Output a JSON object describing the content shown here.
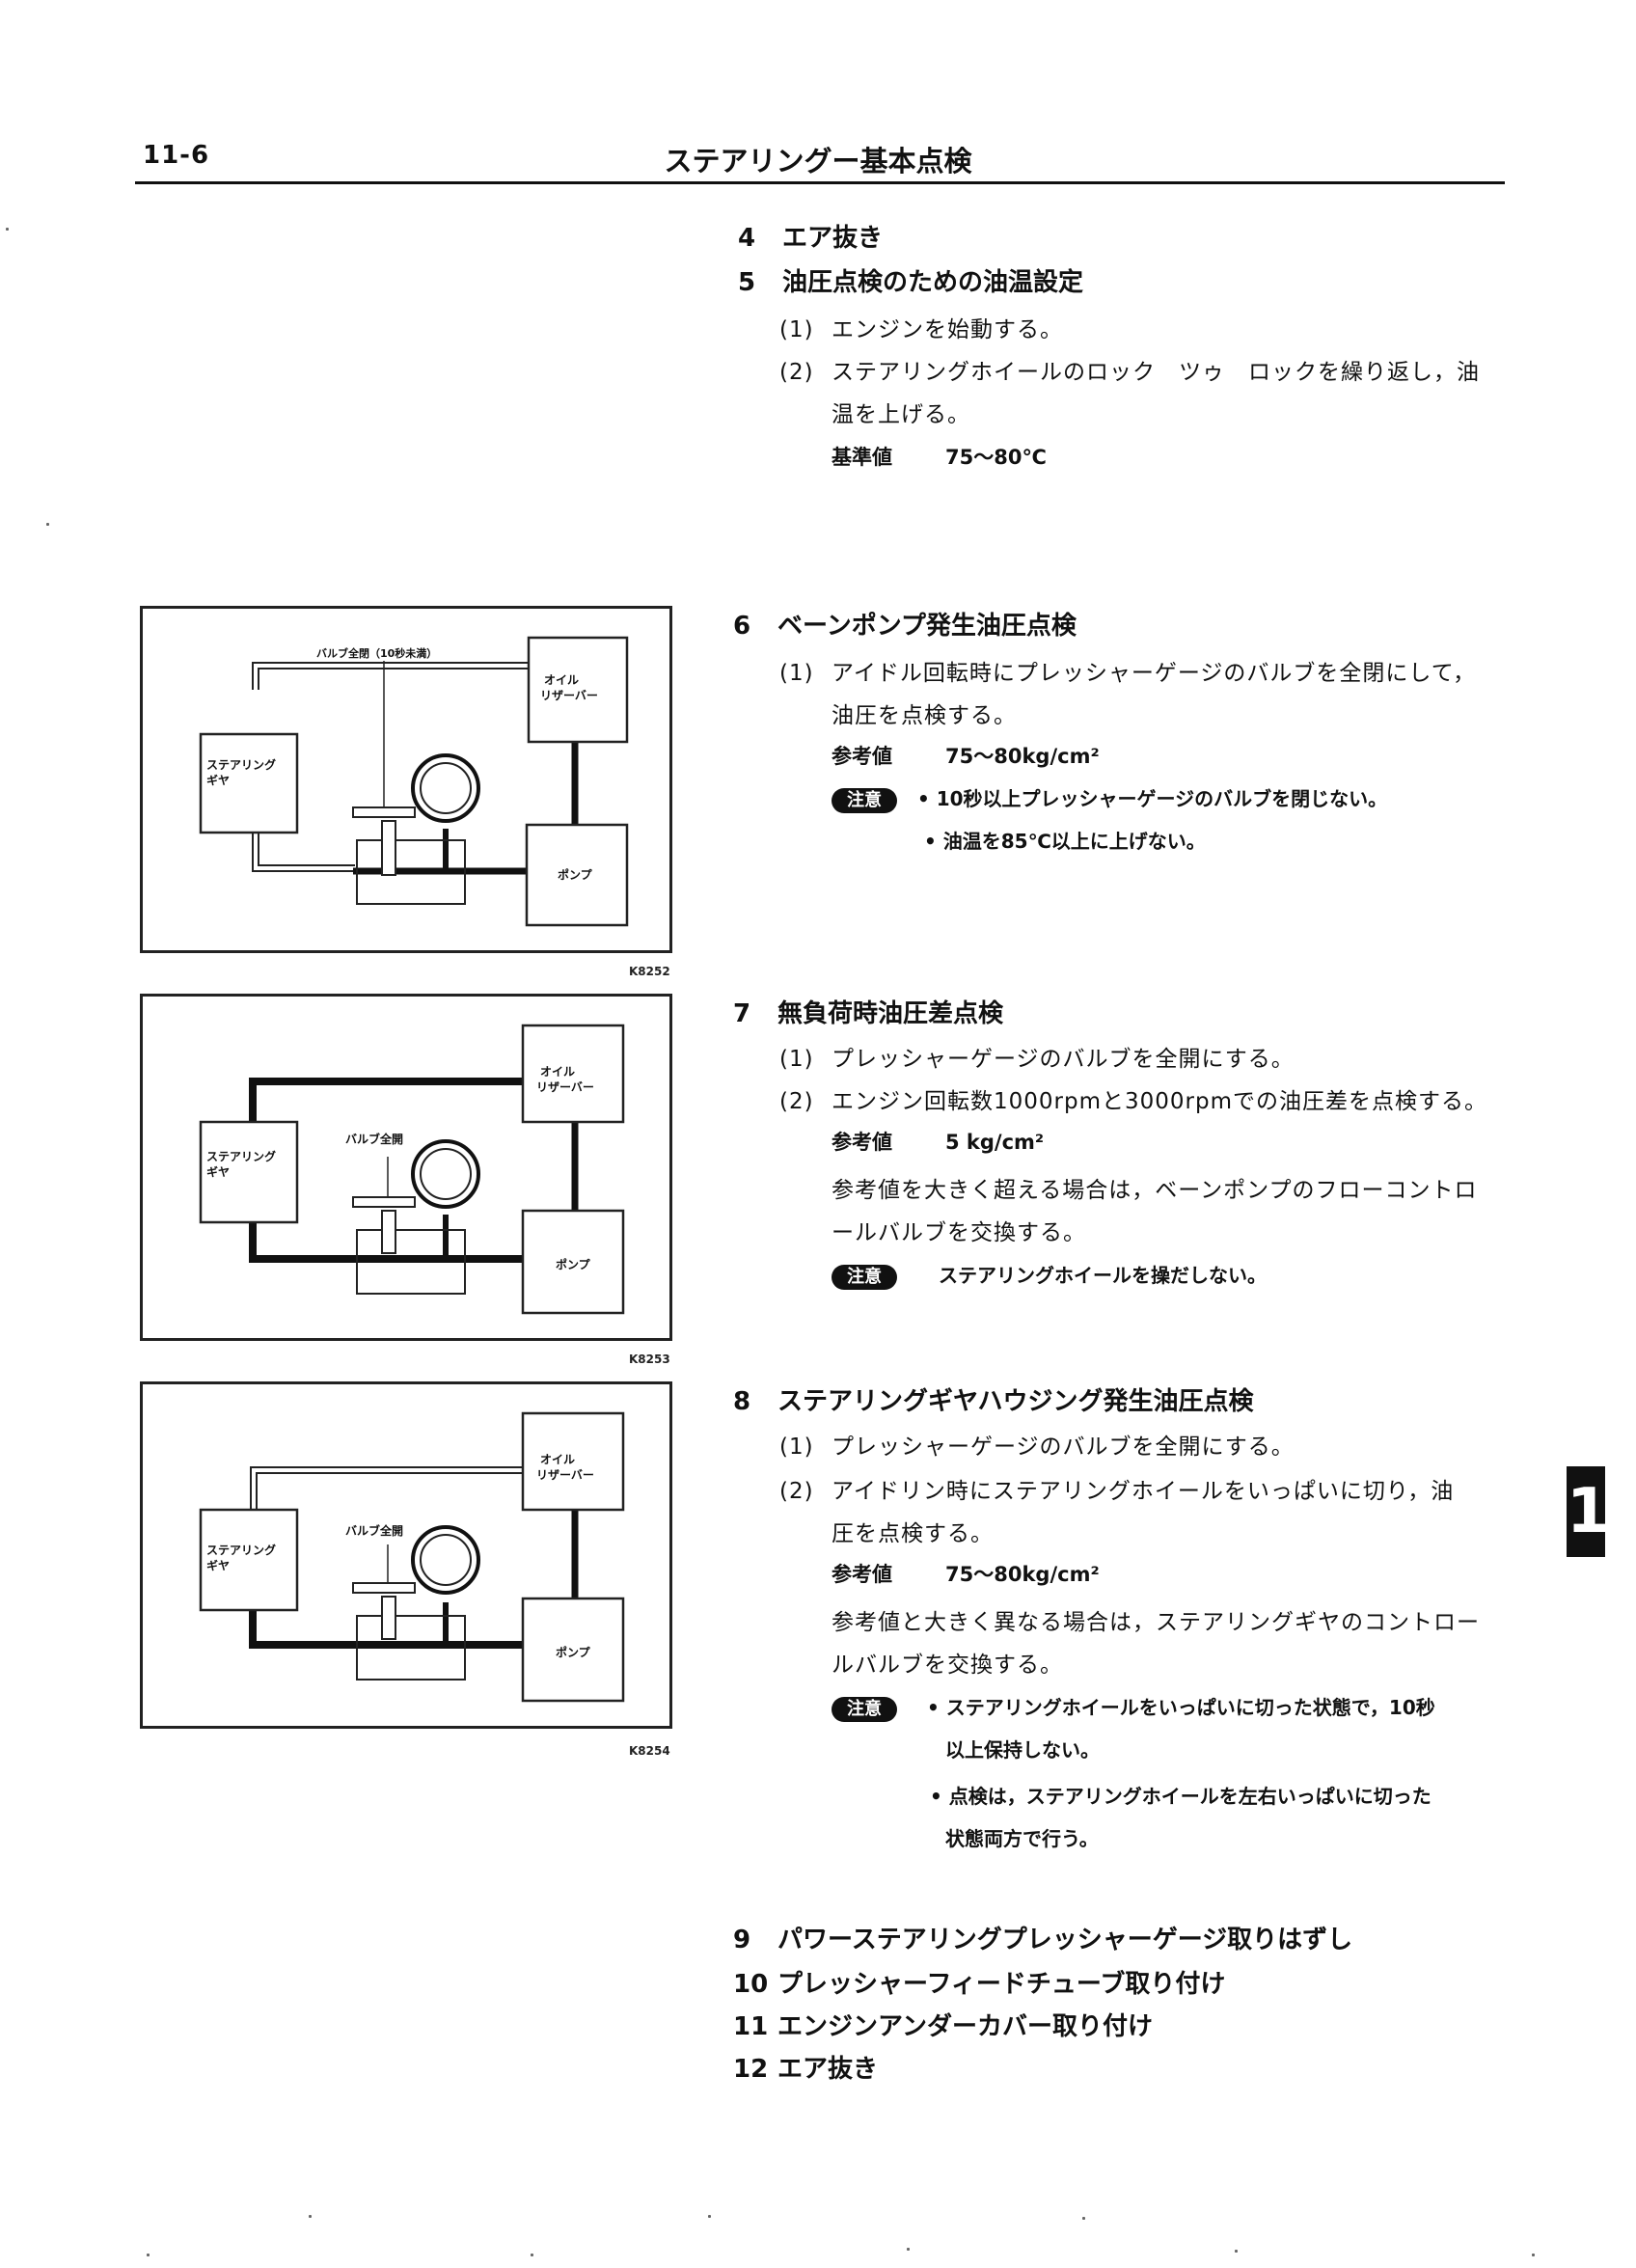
{
  "header": {
    "page_number": "11-6",
    "title": "ステアリングー基本点検"
  },
  "steps": {
    "s4": {
      "num": "4",
      "title": "エア抜き"
    },
    "s5": {
      "num": "5",
      "title": "油圧点検のための油温設定",
      "sub1": {
        "num": "(1)",
        "text": "エンジンを始動する。"
      },
      "sub2": {
        "num": "(2)",
        "text": "ステアリングホイールのロック　ツゥ　ロックを繰り返し，油",
        "text2": "温を上げる。"
      },
      "ref": {
        "label": "基準値",
        "value": "75〜80℃"
      }
    },
    "s6": {
      "num": "6",
      "title": "ベーンポンプ発生油圧点検",
      "sub1": {
        "num": "(1)",
        "text": "アイドル回転時にプレッシャーゲージのバルブを全閉にして，",
        "text2": "油圧を点検する。"
      },
      "ref": {
        "label": "参考値",
        "value": "75〜80kg/cm²"
      },
      "note_badge": "注意",
      "note1": "• 10秒以上プレッシャーゲージのバルブを閉じない。",
      "note2": "• 油温を85℃以上に上げない。"
    },
    "s7": {
      "num": "7",
      "title": "無負荷時油圧差点検",
      "sub1": {
        "num": "(1)",
        "text": "プレッシャーゲージのバルブを全開にする。"
      },
      "sub2": {
        "num": "(2)",
        "text": "エンジン回転数1000rpmと3000rpmでの油圧差を点検する。"
      },
      "ref": {
        "label": "参考値",
        "value": "5 kg/cm²"
      },
      "para1": "参考値を大きく超える場合は，ベーンポンプのフローコントロ",
      "para2": "ールバルブを交換する。",
      "note_badge": "注意",
      "note1": "ステアリングホイールを操だしない。"
    },
    "s8": {
      "num": "8",
      "title": "ステアリングギヤハウジング発生油圧点検",
      "sub1": {
        "num": "(1)",
        "text": "プレッシャーゲージのバルブを全開にする。"
      },
      "sub2": {
        "num": "(2)",
        "text": "アイドリン時にステアリングホイールをいっぱいに切り，油",
        "text2": "圧を点検する。"
      },
      "ref": {
        "label": "参考値",
        "value": "75〜80kg/cm²"
      },
      "para1": "参考値と大きく異なる場合は，ステアリングギヤのコントロー",
      "para2": "ルバルブを交換する。",
      "note_badge": "注意",
      "note1a": "• ステアリングホイールをいっぱいに切った状態で，10秒",
      "note1b": "以上保持しない。",
      "note2a": "• 点検は，ステアリングホイールを左右いっぱいに切った",
      "note2b": "状態両方で行う。"
    },
    "s9": {
      "num": "9",
      "title": "パワーステアリングプレッシャーゲージ取りはずし"
    },
    "s10": {
      "num": "10",
      "title": "プレッシャーフィードチューブ取り付け"
    },
    "s11": {
      "num": "11",
      "title": "エンジンアンダーカバー取り付け"
    },
    "s12": {
      "num": "12",
      "title": "エア抜き"
    }
  },
  "figures": {
    "f1": {
      "valve_label": "バルブ全閉（10秒未満）",
      "reservoir": "オイル",
      "reservoir2": "リザーバー",
      "gear": "ステアリング",
      "gear2": "ギヤ",
      "pump": "ポンプ",
      "code": "K8252"
    },
    "f2": {
      "valve_label": "バルブ全開",
      "reservoir": "オイル",
      "reservoir2": "リザーバー",
      "gear": "ステアリング",
      "gear2": "ギヤ",
      "pump": "ポンプ",
      "code": "K8253"
    },
    "f3": {
      "valve_label": "バルブ全開",
      "reservoir": "オイル",
      "reservoir2": "リザーバー",
      "gear": "ステアリング",
      "gear2": "ギヤ",
      "pump": "ポンプ",
      "code": "K8254"
    }
  },
  "side_tab": "1"
}
